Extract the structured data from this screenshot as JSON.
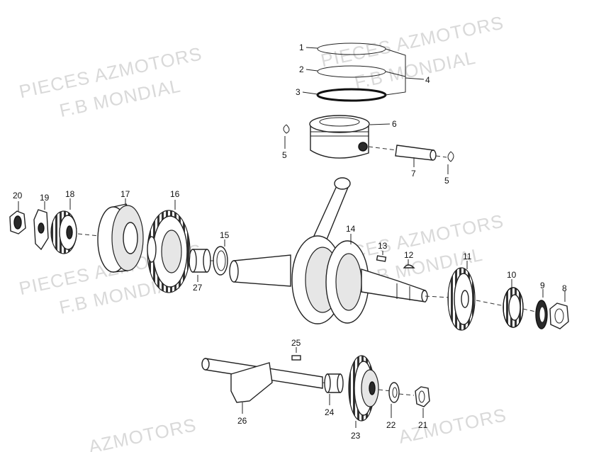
{
  "watermarks": [
    {
      "line1": "PIECES AZMOTORS",
      "line2": "F.B MONDIAL"
    },
    {
      "line1": "PIECES AZMOTORS",
      "line2": "F.B MONDIAL"
    },
    {
      "line1": "PIECES AZMOTORS",
      "line2": "F.B MONDIAL"
    },
    {
      "line1": "PIECES AZMOTORS",
      "line2": "F.B MONDIAL"
    },
    {
      "line1": "AZMOTORS"
    },
    {
      "line1": "AZMOTORS"
    }
  ],
  "callouts": {
    "c1": "1",
    "c2": "2",
    "c3": "3",
    "c4": "4",
    "c5a": "5",
    "c5b": "5",
    "c6": "6",
    "c7": "7",
    "c8": "8",
    "c9": "9",
    "c10": "10",
    "c11": "11",
    "c12": "12",
    "c13": "13",
    "c14": "14",
    "c15": "15",
    "c16": "16",
    "c17": "17",
    "c18": "18",
    "c19": "19",
    "c20": "20",
    "c21": "21",
    "c22": "22",
    "c23": "23",
    "c24": "24",
    "c25": "25",
    "c26": "26",
    "c27": "27"
  }
}
